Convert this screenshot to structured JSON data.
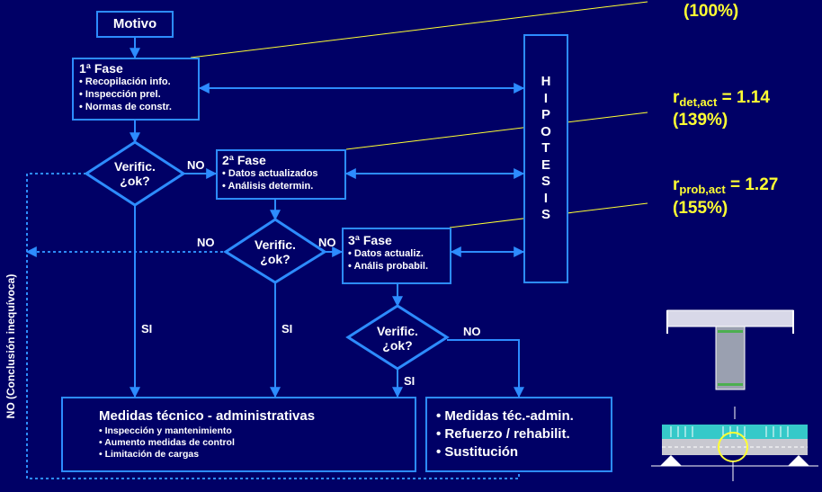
{
  "motivo": "Motivo",
  "fase1": {
    "title": "1ª Fase",
    "items": [
      "• Recopilación info.",
      "• Inspección prel.",
      "• Normas de constr."
    ]
  },
  "fase2": {
    "title": "2ª Fase",
    "items": [
      "• Datos actualizados",
      "• Análisis determin."
    ]
  },
  "fase3": {
    "title": "3ª Fase",
    "items": [
      "• Datos actualiz.",
      "• Anális probabil."
    ]
  },
  "hipotesis": [
    "H",
    "I",
    "P",
    "O",
    "T",
    "E",
    "S",
    "I",
    "S"
  ],
  "verif": {
    "line1": "Verific.",
    "line2": "¿ok?"
  },
  "labels": {
    "no": "NO",
    "si": "SI",
    "side": "NO (Conclusión inequívoca)"
  },
  "medidas1": {
    "title": "Medidas técnico - administrativas",
    "items": [
      "• Inspección y mantenimiento",
      "• Aumento medidas de control",
      "• Limitación de cargas"
    ]
  },
  "medidas2": {
    "items": [
      "• Medidas téc.-admin.",
      "• Refuerzo / rehabilit.",
      "• Sustitución"
    ]
  },
  "ratios": {
    "r0_pct": "(100%)",
    "r_det_base": "r",
    "r_det_sub": "det,act",
    "r_det_val": " = 1.14",
    "r_det_pct": "(139%)",
    "r_prob_base": "r",
    "r_prob_sub": "prob,act",
    "r_prob_val": " = 1.27",
    "r_prob_pct": "(155%)"
  },
  "colors": {
    "background": "#000066",
    "border": "#2d8cff",
    "highlight": "#ffff33",
    "text": "#ffffff"
  }
}
